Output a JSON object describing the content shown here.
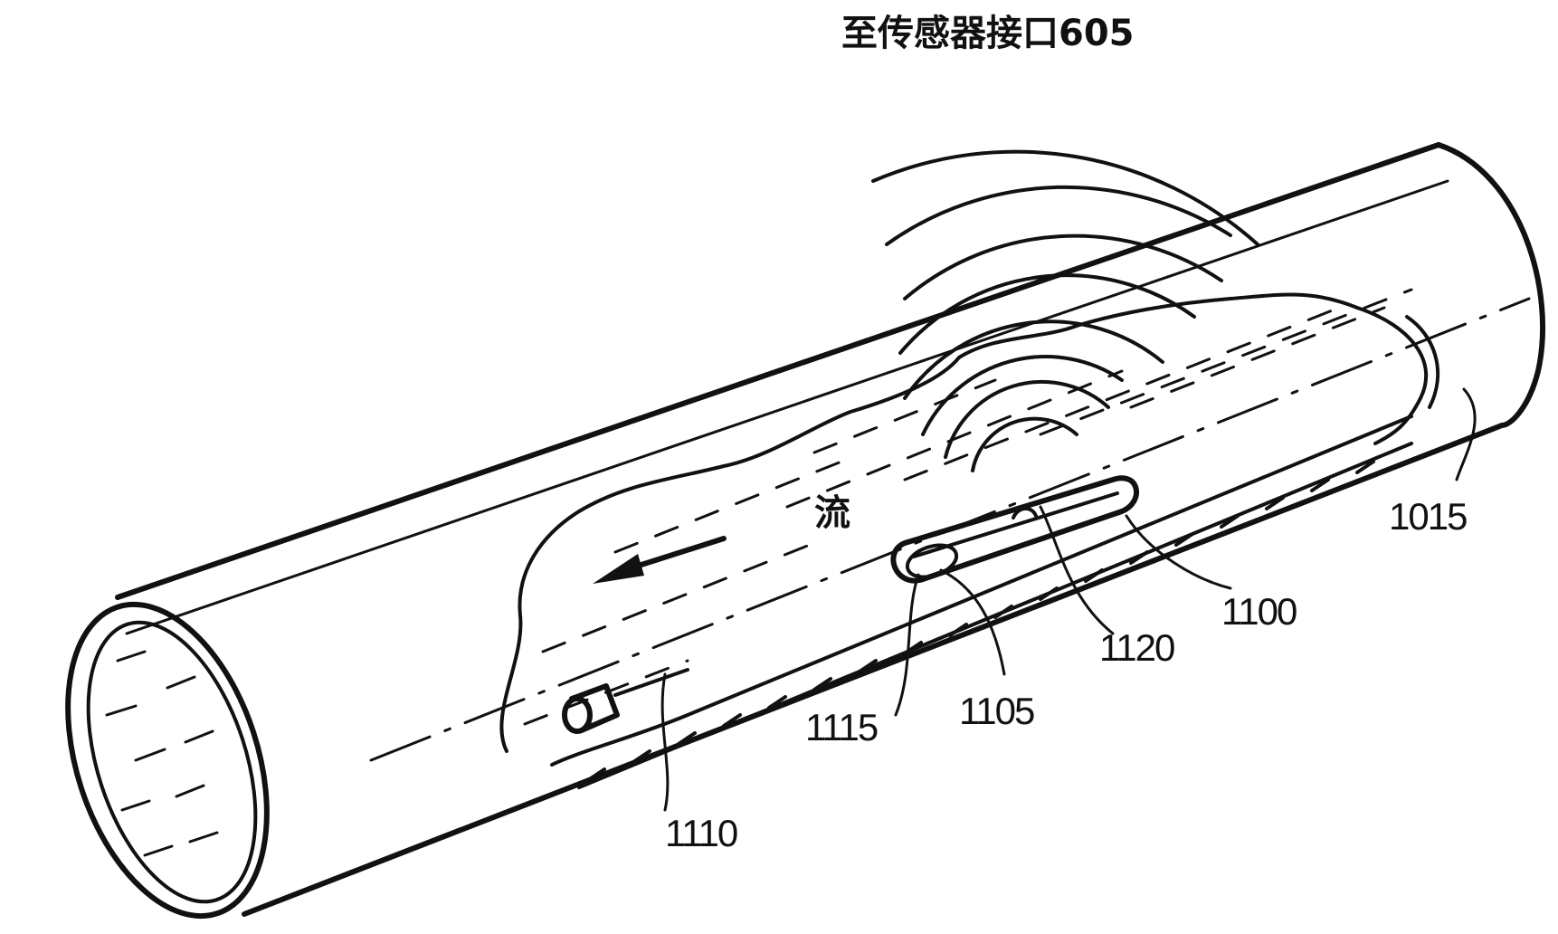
{
  "diagram": {
    "title": "至传感器接口605",
    "flow_label": "流",
    "reference_labels": {
      "tube": "1015",
      "sensor": "1100",
      "end_1105": "1105",
      "lead_1110": "1110",
      "wall_1115": "1115",
      "element_1120": "1120"
    },
    "colors": {
      "ink": "#111111",
      "background": "#ffffff"
    }
  }
}
